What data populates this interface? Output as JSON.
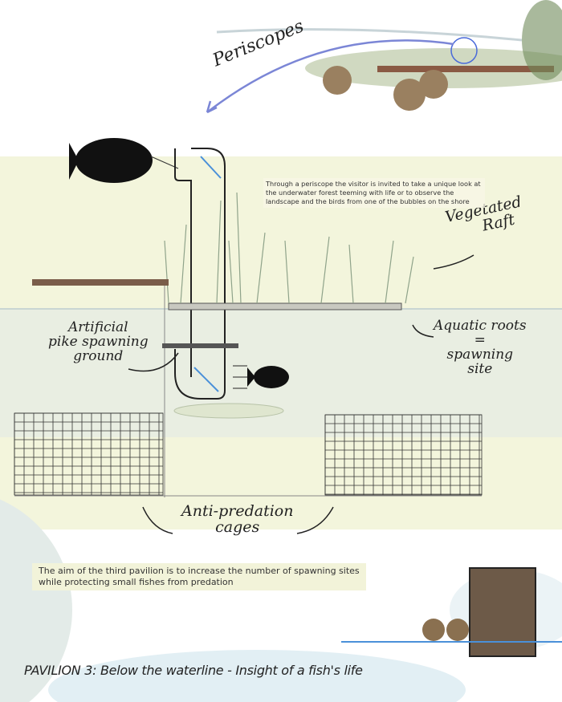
{
  "labels": {
    "periscopes": "Periscopes",
    "vegetated_raft": [
      "Vegetated",
      "Raft"
    ],
    "artificial_pike": [
      "Artificial",
      "pike spawning",
      "ground"
    ],
    "aquatic_roots": [
      "Aquatic roots",
      "=",
      "spawning",
      "site"
    ],
    "anti_predation": [
      "Anti-predation",
      "cages"
    ]
  },
  "notes": {
    "periscope": "Through a periscope the visitor is invited to take a unique look at the underwater forest teeming with life or to observe the landscape and the birds from one of the bubbles on the shore",
    "aim": "The aim of the third pavilion is to increase the number of spawning sites while protecting small fishes from predation"
  },
  "title": "PAVILION 3: Below the waterline - Insight of a fish's life",
  "colors": {
    "panel": "#f3f5dc",
    "water": "#dfe8e6",
    "accent_blue": "#4a90d9",
    "arrow_purple": "#7b86d6"
  }
}
